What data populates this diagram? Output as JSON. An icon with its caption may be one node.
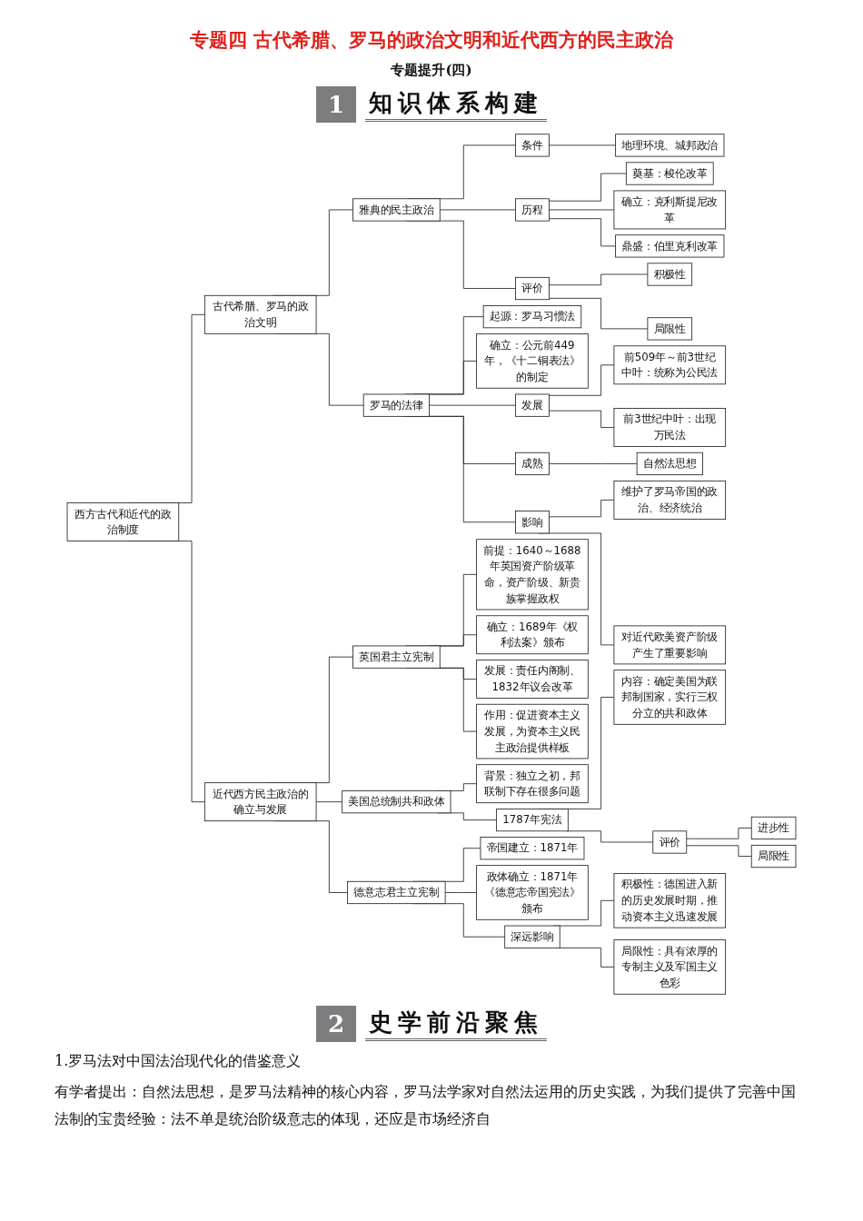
{
  "diagram": {
    "title": "专题四 古代希腊、罗马的政治文明和近代西方的民主政治",
    "nodes": [
      {
        "text": [
          "西方古代和近代的政治制度"
        ]
      },
      {
        "text": [
          "古代希腊、罗马的政治文明"
        ]
      },
      {
        "text": [
          "雅典的民主政治"
        ]
      },
      {
        "text": [
          "条件"
        ]
      },
      {
        "text": [
          "地理环境、城邦政治"
        ]
      },
      {
        "text": [
          "历程"
        ]
      },
      {
        "text": [
          "奠基：梭伦改革"
        ]
      },
      {
        "text": [
          "确立：克利斯提尼改革"
        ]
      },
      {
        "text": [
          "鼎盛：伯里克利改革"
        ]
      },
      {
        "text": [
          "评价"
        ]
      },
      {
        "text": [
          "积极性"
        ]
      },
      {
        "text": [
          "局限性"
        ]
      },
      {
        "text": [
          "罗马的法律"
        ]
      },
      {
        "text": [
          "起源：罗马习惯法"
        ]
      },
      {
        "text": [
          "确立：公元前449年，《十二铜表法》的制定"
        ]
      },
      {
        "text": [
          "发展"
        ]
      },
      {
        "text": [
          "前509年～前3世纪中叶：统称为公民法"
        ]
      },
      {
        "text": [
          "前3世纪中叶：出现万民法"
        ]
      },
      {
        "text": [
          "成熟"
        ]
      },
      {
        "text": [
          "自然法思想"
        ]
      },
      {
        "text": [
          "影响"
        ]
      },
      {
        "text": [
          "维护了罗马帝国的政治、经济统治"
        ]
      },
      {
        "text": [
          "对近代欧美资产阶级产生了重要影响"
        ]
      },
      {
        "text": [
          "近代西方民主政治的确立与发展"
        ]
      },
      {
        "text": [
          "英国君主立宪制"
        ]
      },
      {
        "text": [
          "前提：1640～1688年英国资产阶级革命，资产阶级、新贵族掌握政权"
        ]
      },
      {
        "text": [
          "确立：1689年《权利法案》颁布"
        ]
      },
      {
        "text": [
          "发展：责任内阁制、1832年议会改革"
        ]
      },
      {
        "text": [
          "作用：促进资本主义发展，为资本主义民主政治提供样板"
        ]
      },
      {
        "text": [
          "美国总统制共和政体"
        ]
      },
      {
        "text": [
          "背景：独立之初，邦联制下存在很多问题"
        ]
      },
      {
        "text": [
          "1787年宪法"
        ]
      },
      {
        "text": [
          "内容：确定美国为联邦制国家，实行三权分立的共和政体"
        ]
      },
      {
        "text": [
          "评价"
        ]
      },
      {
        "text": [
          "进步性"
        ]
      },
      {
        "text": [
          "局限性"
        ]
      },
      {
        "text": [
          "德意志君主立宪制"
        ]
      },
      {
        "text": [
          "帝国建立：1871年"
        ]
      },
      {
        "text": [
          "政体确立：1871年《德意志帝国宪法》颁布"
        ]
      },
      {
        "text": [
          "深远影响"
        ]
      },
      {
        "text": [
          "积极性：德国进入新的历史发展时期，推动资本主义迅速发展"
        ]
      },
      {
        "text": [
          "局限性：具有浓厚的专制主义及军国主义色彩"
        ]
      }
    ],
    "edges": [
      {
        "from": 0,
        "to": 1,
        "arrow": "none"
      },
      {
        "from": 1,
        "to": 2,
        "arrow": "none"
      },
      {
        "from": 2,
        "to": 3,
        "arrow": "none"
      },
      {
        "from": 3,
        "to": 4,
        "arrow": "none"
      },
      {
        "from": 2,
        "to": 5,
        "arrow": "none"
      },
      {
        "from": 5,
        "to": 6,
        "arrow": "none"
      },
      {
        "from": 5,
        "to": 7,
        "arrow": "none"
      },
      {
        "from": 5,
        "to": 8,
        "arrow": "none"
      },
      {
        "from": 2,
        "to": 9,
        "arrow": "none"
      },
      {
        "from": 9,
        "to": 10,
        "arrow": "none"
      },
      {
        "from": 9,
        "to": 11,
        "arrow": "none"
      },
      {
        "from": 1,
        "to": 12,
        "arrow": "none"
      },
      {
        "from": 12,
        "to": 13,
        "arrow": "none"
      },
      {
        "from": 12,
        "to": 14,
        "arrow": "none"
      },
      {
        "from": 12,
        "to": 15,
        "arrow": "none"
      },
      {
        "from": 15,
        "to": 16,
        "arrow": "none"
      },
      {
        "from": 15,
        "to": 17,
        "arrow": "none"
      },
      {
        "from": 12,
        "to": 18,
        "arrow": "none"
      },
      {
        "from": 18,
        "to": 19,
        "arrow": "none"
      },
      {
        "from": 12,
        "to": 20,
        "arrow": "none"
      },
      {
        "from": 20,
        "to": 21,
        "arrow": "none"
      },
      {
        "from": 20,
        "to": 22,
        "arrow": "none"
      },
      {
        "from": 0,
        "to": 23,
        "arrow": "none"
      },
      {
        "from": 23,
        "to": 24,
        "arrow": "none"
      },
      {
        "from": 24,
        "to": 25,
        "arrow": "none"
      },
      {
        "from": 24,
        "to": 26,
        "arrow": "none"
      },
      {
        "from": 24,
        "to": 27,
        "arrow": "none"
      },
      {
        "from": 24,
        "to": 28,
        "arrow": "none"
      },
      {
        "from": 23,
        "to": 29,
        "arrow": "none"
      },
      {
        "from": 29,
        "to": 30,
        "arrow": "none"
      },
      {
        "from": 29,
        "to": 31,
        "arrow": "none"
      },
      {
        "from": 31,
        "to": 32,
        "arrow": "none"
      },
      {
        "from": 31,
        "to": 33,
        "arrow": "none"
      },
      {
        "from": 33,
        "to": 34,
        "arrow": "none"
      },
      {
        "from": 33,
        "to": 35,
        "arrow": "none"
      },
      {
        "from": 23,
        "to": 36,
        "arrow": "none"
      },
      {
        "from": 36,
        "to": 37,
        "arrow": "none"
      },
      {
        "from": 36,
        "to": 38,
        "arrow": "none"
      },
      {
        "from": 36,
        "to": 39,
        "arrow": "none"
      },
      {
        "from": 39,
        "to": 40,
        "arrow": "none"
      },
      {
        "from": 39,
        "to": 41,
        "arrow": "none"
      }
    ],
    "labels": [
      "专题提升(四)",
      "1",
      "知识体系构建",
      "2",
      "史学前沿聚焦",
      "1.罗马法对中国法治现代化的借鉴意义",
      "有学者提出：自然法思想，是罗马法精神的核心内容，罗马法学家对自然法运用的历史实践，为我们提供了完善中国法制的宝贵经验：法不单是统治阶级意志的体现，还应是市场经济自"
    ]
  }
}
